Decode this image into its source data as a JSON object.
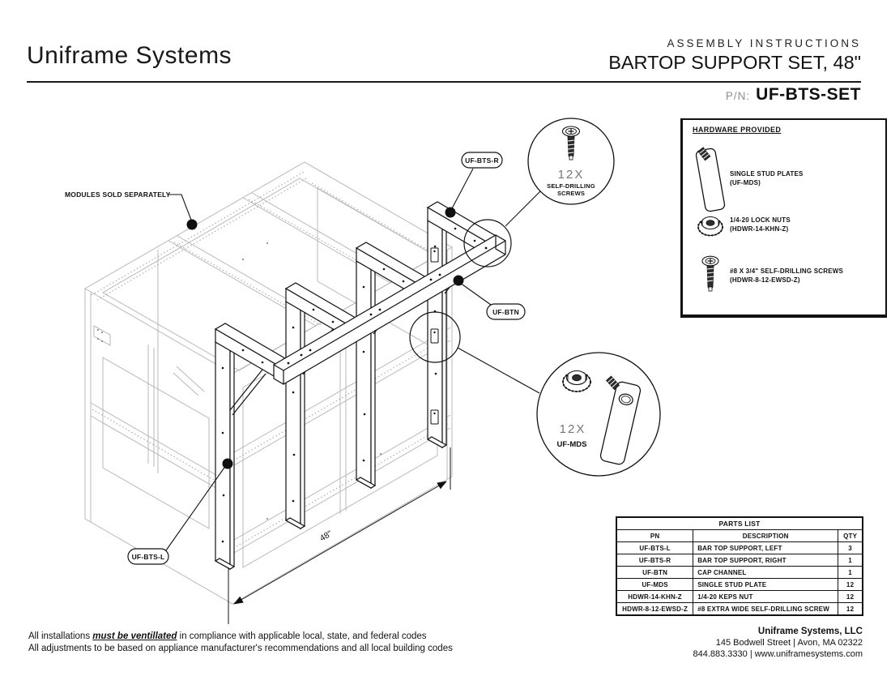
{
  "header": {
    "brand": "Uniframe Systems",
    "doc_type": "ASSEMBLY INSTRUCTIONS",
    "title": "BARTOP SUPPORT SET, 48\"",
    "pn_label": "P/N:",
    "part_number": "UF-BTS-SET"
  },
  "drawing": {
    "annotation": "MODULES SOLD SEPARATELY",
    "labels": {
      "right_support": "UF-BTS-R",
      "cap_channel": "UF-BTN",
      "left_support": "UF-BTS-L"
    },
    "dimension": "48\"",
    "callouts": {
      "screws": {
        "qty": "12X",
        "line1": "SELF-DRILLING",
        "line2": "SCREWS"
      },
      "plates": {
        "qty": "12X",
        "line1": "UF-MDS"
      }
    }
  },
  "hardware": {
    "title": "HARDWARE PROVIDED",
    "items": [
      {
        "icon": "stud-plate-icon",
        "line1": "SINGLE STUD PLATES",
        "line2": "(UF-MDS)"
      },
      {
        "icon": "keps-nut-icon",
        "line1": "1/4-20 LOCK NUTS",
        "line2": "(HDWR-14-KHN-Z)"
      },
      {
        "icon": "screw-icon",
        "line1": "#8 X 3/4\" SELF-DRILLING SCREWS",
        "line2": "(HDWR-8-12-EWSD-Z)"
      }
    ]
  },
  "parts_list": {
    "title": "PARTS LIST",
    "columns": [
      "PN",
      "DESCRIPTION",
      "QTY"
    ],
    "rows": [
      [
        "UF-BTS-L",
        "BAR TOP SUPPORT, LEFT",
        "3"
      ],
      [
        "UF-BTS-R",
        "BAR TOP SUPPORT, RIGHT",
        "1"
      ],
      [
        "UF-BTN",
        "CAP CHANNEL",
        "1"
      ],
      [
        "UF-MDS",
        "SINGLE STUD PLATE",
        "12"
      ],
      [
        "HDWR-14-KHN-Z",
        "1/4-20 KEPS NUT",
        "12"
      ],
      [
        "HDWR-8-12-EWSD-Z",
        "#8 EXTRA WIDE SELF-DRILLING SCREW",
        "12"
      ]
    ]
  },
  "notes": {
    "line1_prefix": "All installations ",
    "line1_emphasis": "must be ventillated",
    "line1_suffix": " in compliance with applicable local, state, and federal codes",
    "line2": "All adjustments to be based on appliance manufacturer's recommendations and all local building codes"
  },
  "footer": {
    "company": "Uniframe Systems, LLC",
    "address": "145 Bodwell Street | Avon, MA 02322",
    "contact": "844.883.3330 | www.uniframesystems.com"
  }
}
